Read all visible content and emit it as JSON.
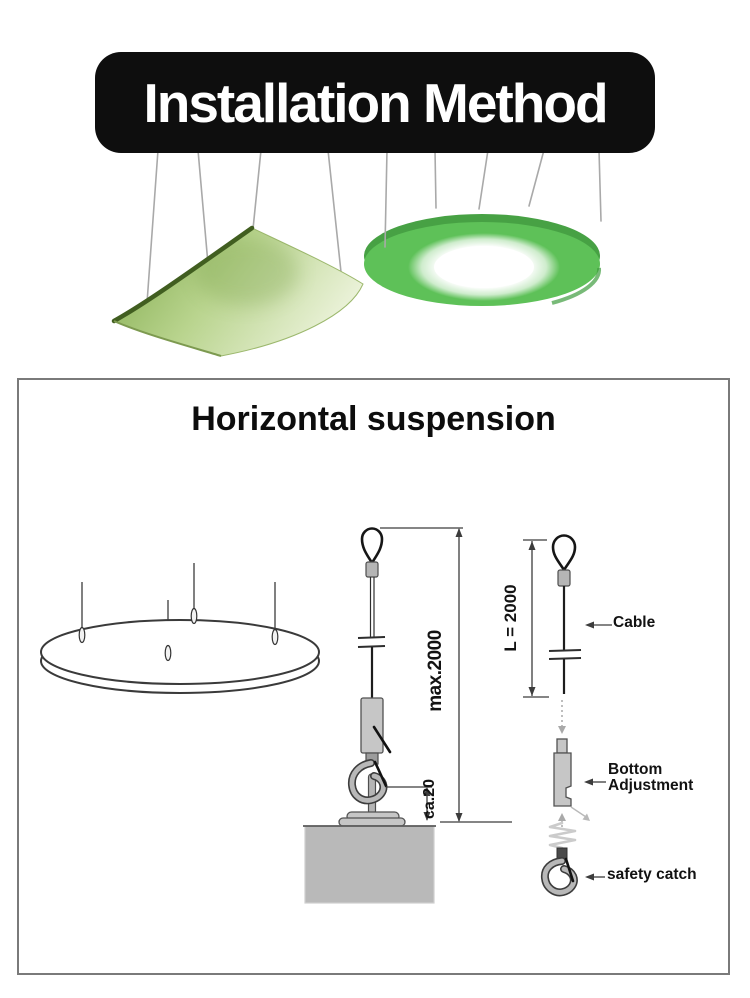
{
  "banner": {
    "title": "Installation Method",
    "bg_color": "#0e0e0e",
    "text_color": "#ffffff"
  },
  "scene": {
    "cable_color": "#a9a9a9",
    "curved_panel": {
      "main_color": "#b9d48e",
      "light_color": "#eef4de",
      "edge_color": "#415e20"
    },
    "ring_panel": {
      "main_color": "#5ec158",
      "rim_color": "#47a144",
      "hole_color": "#ffffff"
    }
  },
  "diagram": {
    "title": "Horizontal suspension",
    "border_color": "#7a7a7a",
    "line_color": "#3c3c3c",
    "labels": {
      "max_length": "max.2000",
      "hook_offset": "ca.20",
      "cable_length": "L = 2000",
      "cable": "Cable",
      "bottom_adjustment": [
        "Bottom",
        "Adjustment"
      ],
      "safety_catch": "safety catch"
    },
    "colors": {
      "metal_fill": "#c6c6c6",
      "panel_fill": "#b9b9b9"
    }
  }
}
